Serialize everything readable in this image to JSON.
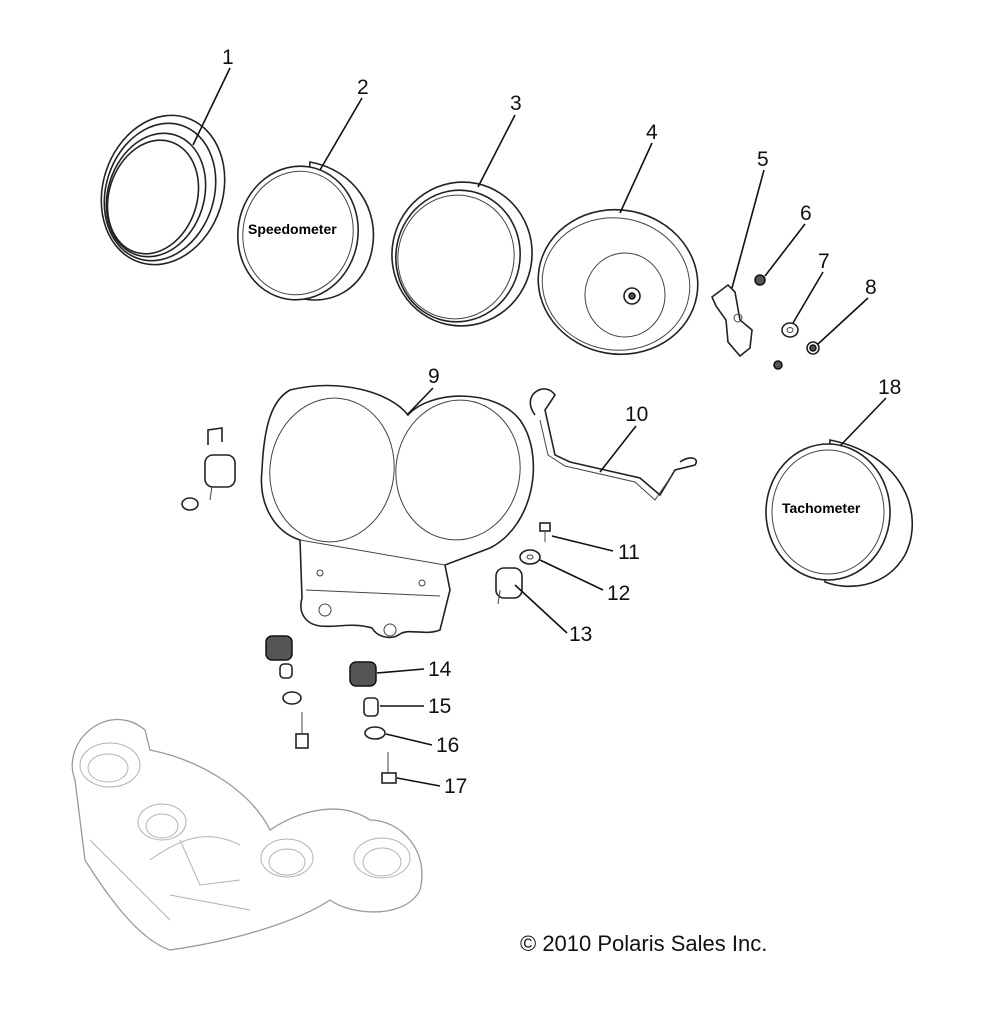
{
  "callouts": [
    "1",
    "2",
    "3",
    "4",
    "5",
    "6",
    "7",
    "8",
    "9",
    "10",
    "11",
    "12",
    "13",
    "14",
    "15",
    "16",
    "17",
    "18"
  ],
  "labels": {
    "speedometer": "Speedometer",
    "tachometer": "Tachometer"
  },
  "copyright": "© 2010 Polaris Sales Inc."
}
